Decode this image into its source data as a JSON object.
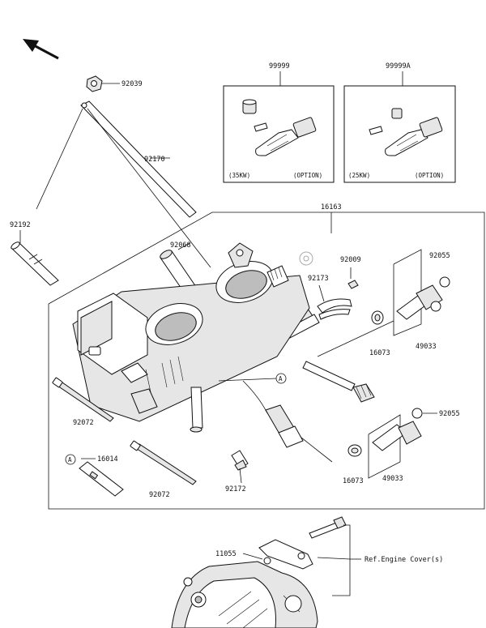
{
  "diagram": {
    "labels": {
      "p92039": "92039",
      "p92170": "92170",
      "p99999": "99999",
      "p99999a": "99999A",
      "opt_35kw": "(35KW)",
      "opt_35kw_option": "(OPTION)",
      "opt_25kw": "(25KW)",
      "opt_25kw_option": "(OPTION)",
      "p92192": "92192",
      "p16163": "16163",
      "p92068": "92068",
      "p92009": "92009",
      "p92055_top": "92055",
      "p92173": "92173",
      "p16073_top": "16073",
      "p49033_top": "49033",
      "p92072_left": "92072",
      "p92055_mid": "92055",
      "p16014": "16014",
      "callout_a_box": "A",
      "callout_a_body": "A",
      "p92072_bottom": "92072",
      "p92172": "92172",
      "p16073_bottom": "16073",
      "p49033_bottom": "49033",
      "p11055": "11055",
      "ref_engine_cover": "Ref.Engine Cover(s)"
    }
  }
}
